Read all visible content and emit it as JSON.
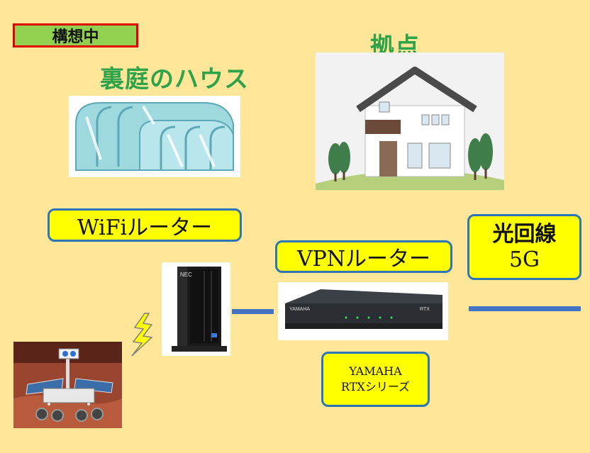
{
  "badge": {
    "text": "構想中"
  },
  "backyard": {
    "title": "裏庭のハウス"
  },
  "base": {
    "title": "拠点"
  },
  "wifi": {
    "label": "WiFiルーター"
  },
  "vpn": {
    "label": "VPNルーター"
  },
  "fiber": {
    "line1": "光回線",
    "line2": "5G"
  },
  "yamaha": {
    "line1": "YAMAHA",
    "line2": "RTXシリーズ"
  },
  "devices": {
    "wifi_brand": "NEC",
    "vpn_brand": "YAMAHA",
    "vpn_model": "RTX"
  },
  "colors": {
    "background": "#ffe699",
    "title_green": "#2ea34a",
    "box_yellow": "#ffff00",
    "box_border": "#2e75b6",
    "line_blue": "#4472c4"
  }
}
